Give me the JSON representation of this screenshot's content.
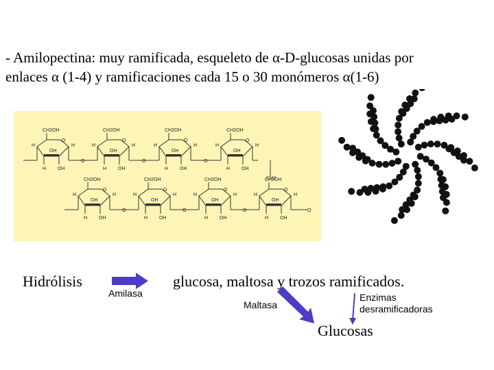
{
  "title": {
    "line1": "- Amilopectina: muy ramificada, esqueleto de α-D-glucosas unidas por",
    "line2": "enlaces α (1-4) y ramificaciones cada 15 o 30 monómeros α(1-6)"
  },
  "structure": {
    "ch2oh_label": "CH2OH",
    "h_label": "H",
    "oh_label": "OH",
    "o_label": "O",
    "ch2_label": "CH2"
  },
  "hydrolysis": {
    "label": "Hidrólisis",
    "enzyme1": "Amilasa",
    "products": "glucosa, maltosa y trozos ramificados.",
    "enzyme2": "Maltasa",
    "enzyme3_line1": "Enzimas",
    "enzyme3_line2": "desramificadoras",
    "final_product": "Glucosas"
  },
  "colors": {
    "panel_bg": "#fcf5b5",
    "arrow_fill": "#4b3cc9",
    "dot_color": "#111111"
  }
}
